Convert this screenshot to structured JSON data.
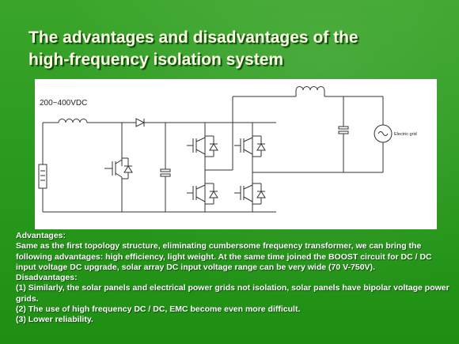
{
  "slide": {
    "title_line1": "The advantages and disadvantages of the",
    "title_line2": "high-frequency isolation system"
  },
  "diagram": {
    "dc_label": "200~400VDC",
    "grid_label": "Electric grid"
  },
  "text": {
    "advantages_heading": "Advantages:",
    "advantages_body": "Same as the first topology structure, eliminating cumbersome frequency transformer, we can bring the following advantages: high efficiency, light weight. At the same time joined the BOOST circuit for DC / DC input voltage DC upgrade, solar array DC input voltage range can be very wide (70 V-750V).",
    "disadvantages_heading": "Disadvantages:",
    "disadvantage_1": "(1) Similarly, the solar panels and electrical power grids not isolation, solar panels have bipolar voltage power grids.",
    "disadvantage_2": "(2) The use of high frequency DC / DC, EMC become even more difficult.",
    "disadvantage_3": "(3) Lower reliability."
  }
}
